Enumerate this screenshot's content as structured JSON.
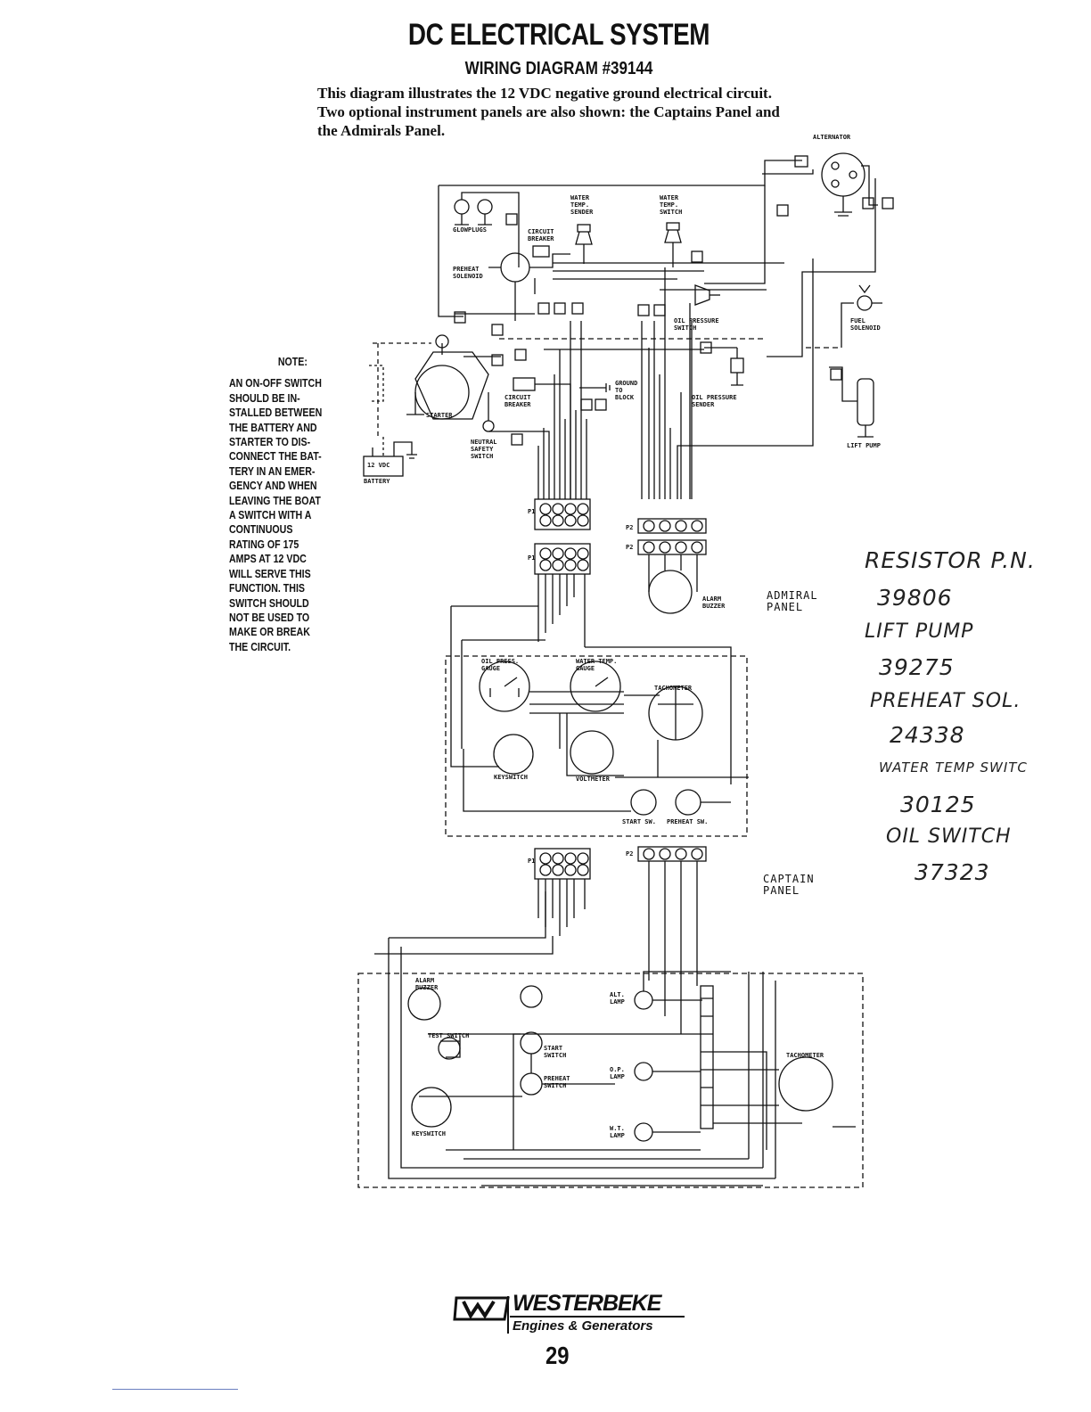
{
  "header": {
    "title": "DC ELECTRICAL SYSTEM",
    "subtitle": "WIRING DIAGRAM #39144",
    "intro": "This diagram illustrates the 12 VDC negative ground electrical circuit. Two optional instrument panels are also shown: the Captains Panel and the Admirals Panel."
  },
  "note": {
    "title": "NOTE:",
    "lines": [
      "AN ON-OFF SWITCH",
      "SHOULD BE IN-",
      "STALLED BETWEEN",
      "THE BATTERY AND",
      "STARTER TO DIS-",
      "CONNECT THE BAT-",
      "TERY IN AN EMER-",
      "GENCY AND WHEN",
      "LEAVING THE BOAT",
      "A SWITCH WITH A",
      "CONTINUOUS",
      "RATING OF 175",
      "AMPS AT 12 VDC",
      "WILL SERVE THIS",
      "FUNCTION. THIS",
      "SWITCH SHOULD",
      "NOT BE USED TO",
      "MAKE OR BREAK",
      "THE CIRCUIT."
    ]
  },
  "panels": {
    "admiral": [
      "ADMIRAL",
      "PANEL"
    ],
    "captain": [
      "CAPTAIN",
      "PANEL"
    ]
  },
  "components": {
    "alternator": "ALTERNATOR",
    "glowplugs": "GLOWPLUGS",
    "circuit_breaker": "CIRCUIT BREAKER",
    "preheat_solenoid": "PREHEAT SOLENOID",
    "water_temp_sender": "WATER TEMP. SENDER",
    "water_temp_switch": "WATER TEMP. SWITCH",
    "oil_pressure_switch": "OIL PRESSURE SWITCH",
    "oil_pressure_sender": "OIL PRESSURE SENDER",
    "fuel_solenoid": "FUEL SOLENOID",
    "lift_pump": "LIFT PUMP",
    "starter": "STARTER",
    "battery": "12 VDC",
    "battery_label": "BATTERY",
    "neutral_safety_switch": "NEUTRAL SAFETY SWITCH",
    "ground_to_block": "GROUND TO BLOCK",
    "oil_press_gauge": "OIL PRESS. GAUGE",
    "water_temp_gauge": "WATER TEMP. GAUGE",
    "tachometer": "TACHOMETER",
    "keyswitch": "KEYSWITCH",
    "voltmeter": "VOLTMETER",
    "start_sw": "START SW.",
    "preheat_sw": "PREHEAT SW.",
    "alarm_buzzer": "ALARM BUZZER",
    "test_switch": "TEST SWITCH",
    "start_switch": "START SWITCH",
    "preheat_switch": "PREHEAT SWITCH",
    "alt_lamp": "ALT. LAMP",
    "op_lamp": "O.P. LAMP",
    "wt_lamp": "W.T. LAMP",
    "p1": "P1",
    "p2": "P2"
  },
  "handwritten": [
    "RESISTOR P.N.",
    "39806",
    "LIFT PUMP",
    "39275",
    "PREHEAT SOL.",
    "24338",
    "WATER TEMP SWITC",
    "30125",
    "OIL SWITCH",
    "37323"
  ],
  "footer": {
    "brand": "WESTERBEKE",
    "tagline": "Engines & Generators",
    "page_number": "29"
  }
}
